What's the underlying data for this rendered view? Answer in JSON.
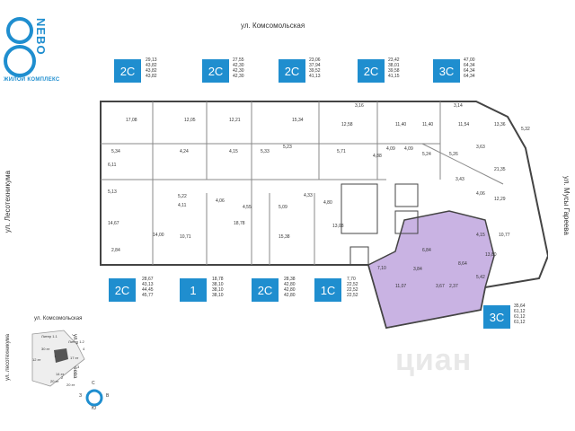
{
  "brand": {
    "logo_digit": "8",
    "name": "NEBO",
    "tagline": "ЖИЛОЙ КОМПЛЕКС",
    "color": "#1f8ecf"
  },
  "streets": {
    "top": "ул. Комсомольская",
    "left": "ул. Лесотехникума",
    "right": "ул. Мусы Гареева"
  },
  "top_apartments": [
    {
      "type": "2С",
      "areas": [
        "29,13",
        "43,82",
        "43,82",
        "43,82"
      ]
    },
    {
      "type": "2С",
      "areas": [
        "27,55",
        "42,30",
        "42,30",
        "42,30"
      ]
    },
    {
      "type": "2С",
      "areas": [
        "23,06",
        "37,94",
        "39,52",
        "41,13"
      ]
    },
    {
      "type": "2С",
      "areas": [
        "23,42",
        "38,01",
        "39,58",
        "41,15"
      ]
    },
    {
      "type": "3С",
      "areas": [
        "47,00",
        "64,34",
        "64,34",
        "64,34"
      ]
    }
  ],
  "bottom_apartments": [
    {
      "type": "2С",
      "areas": [
        "28,67",
        "43,13",
        "44,45",
        "45,77"
      ]
    },
    {
      "type": "1",
      "areas": [
        "18,78",
        "38,10",
        "38,10",
        "38,10"
      ]
    },
    {
      "type": "2С",
      "areas": [
        "28,38",
        "42,80",
        "42,80",
        "42,80"
      ]
    },
    {
      "type": "1С",
      "areas": [
        "7,70",
        "22,52",
        "22,52",
        "22,52"
      ]
    }
  ],
  "highlight_apartment": {
    "type": "3С",
    "areas": [
      "35,64",
      "61,12",
      "61,12",
      "61,12"
    ],
    "color": "#b99ad6"
  },
  "room_labels": [
    "17,08",
    "12,05",
    "12,21",
    "15,34",
    "3,16",
    "12,58",
    "11,40",
    "11,40",
    "3,14",
    "11,54",
    "13,36",
    "5,32",
    "5,34",
    "4,24",
    "4,15",
    "5,33",
    "5,23",
    "5,71",
    "4,88",
    "4,09",
    "4,09",
    "5,24",
    "5,26",
    "3,63",
    "6,11",
    "21,35",
    "5,13",
    "5,22",
    "4,11",
    "4,06",
    "4,55",
    "5,09",
    "4,33",
    "4,80",
    "3,43",
    "4,06",
    "12,29",
    "14,67",
    "10,71",
    "18,78",
    "15,38",
    "13,03",
    "4,15",
    "10,77",
    "2,84",
    "14,00",
    "7,10",
    "6,84",
    "8,64",
    "13,80",
    "3,84",
    "11,07",
    "3,67",
    "2,37",
    "5,42"
  ],
  "minimap": {
    "street_top": "ул. Комсомольская",
    "street_left": "ул. Лесотехникума",
    "street_right": "ул. Мусы Гареева",
    "labels": [
      "Литер 1.1",
      "Литер 1.2",
      "30 эт",
      "12 эт",
      "14 эт",
      "17 эт",
      "20 эт",
      "20 эт",
      "1",
      "2",
      "3",
      "4"
    ]
  },
  "compass": {
    "n": "С",
    "e": "В",
    "s": "Ю",
    "w": "З"
  },
  "watermark": "циан"
}
